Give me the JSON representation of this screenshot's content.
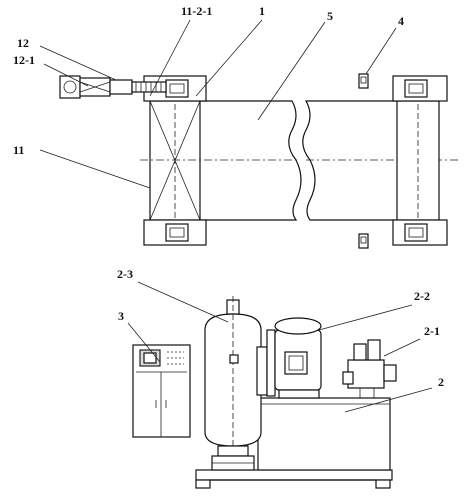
{
  "labels": {
    "l_11_2_1": "11-2-1",
    "l_1": "1",
    "l_5": "5",
    "l_4": "4",
    "l_12": "12",
    "l_12_1": "12-1",
    "l_11": "11",
    "l_2_3": "2-3",
    "l_2_2": "2-2",
    "l_3": "3",
    "l_2_1": "2-1",
    "l_2": "2"
  }
}
